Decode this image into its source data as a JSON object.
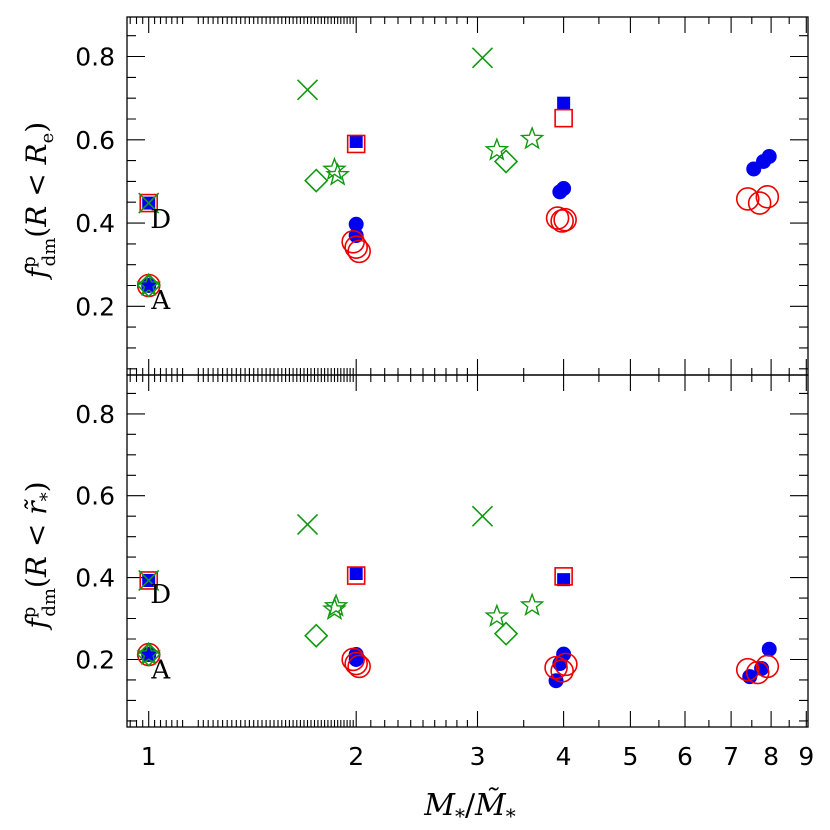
{
  "colors": {
    "blue": "#0000ee",
    "red": "#ee0000",
    "green": "#119911",
    "axis": "#000000"
  },
  "xlabel": "M*/M̃*",
  "chart_data": [
    {
      "type": "scatter",
      "panel": "top",
      "ylabel": "f^p_dm(R < R_e)",
      "xscale": "log",
      "xlim": [
        0.93,
        9.05
      ],
      "ylim": [
        0.035,
        0.895
      ],
      "x_ticks": [
        1,
        2,
        3,
        4,
        5,
        6,
        7,
        8,
        9
      ],
      "y_ticks": [
        0.2,
        0.4,
        0.6,
        0.8
      ],
      "y_tick_labels": [
        "0.2",
        "0.4",
        "0.6",
        "0.8"
      ],
      "annotations": [
        {
          "text": "D",
          "x": 1.0,
          "y": 0.41
        },
        {
          "text": "A",
          "x": 1.0,
          "y": 0.215
        }
      ],
      "series": [
        {
          "marker": "filled-circle",
          "color": "blue",
          "points": [
            [
              1.0,
              0.25
            ],
            [
              2.0,
              0.397
            ],
            [
              2.0,
              0.37
            ],
            [
              3.95,
              0.475
            ],
            [
              4.0,
              0.483
            ],
            [
              7.55,
              0.53
            ],
            [
              7.8,
              0.548
            ],
            [
              7.95,
              0.56
            ]
          ]
        },
        {
          "marker": "open-circle",
          "color": "red",
          "points": [
            [
              1.0,
              0.25
            ],
            [
              1.98,
              0.355
            ],
            [
              2.0,
              0.342
            ],
            [
              2.02,
              0.332
            ],
            [
              3.92,
              0.412
            ],
            [
              3.98,
              0.405
            ],
            [
              4.02,
              0.408
            ],
            [
              7.4,
              0.458
            ],
            [
              7.7,
              0.448
            ],
            [
              7.9,
              0.463
            ]
          ]
        },
        {
          "marker": "filled-square",
          "color": "blue",
          "points": [
            [
              1.0,
              0.448
            ],
            [
              2.0,
              0.596
            ],
            [
              4.0,
              0.688
            ]
          ]
        },
        {
          "marker": "open-square",
          "color": "red",
          "points": [
            [
              1.0,
              0.448
            ],
            [
              2.0,
              0.59
            ],
            [
              4.0,
              0.652
            ]
          ]
        },
        {
          "marker": "cross",
          "color": "green",
          "points": [
            [
              1.0,
              0.448
            ],
            [
              1.7,
              0.72
            ],
            [
              3.05,
              0.797
            ]
          ]
        },
        {
          "marker": "open-diamond",
          "color": "green",
          "points": [
            [
              1.0,
              0.25
            ],
            [
              1.75,
              0.502
            ],
            [
              3.3,
              0.548
            ]
          ]
        },
        {
          "marker": "open-star",
          "color": "green",
          "points": [
            [
              1.0,
              0.25
            ],
            [
              1.86,
              0.528
            ],
            [
              1.88,
              0.515
            ],
            [
              3.2,
              0.575
            ],
            [
              3.6,
              0.602
            ]
          ]
        },
        {
          "marker": "filled-star",
          "color": "blue",
          "points": [
            [
              1.0,
              0.25
            ]
          ]
        }
      ]
    },
    {
      "type": "scatter",
      "panel": "bottom",
      "ylabel": "f^p_dm(R < r̃*)",
      "xscale": "log",
      "xlim": [
        0.93,
        9.05
      ],
      "ylim": [
        0.035,
        0.895
      ],
      "x_ticks": [
        1,
        2,
        3,
        4,
        5,
        6,
        7,
        8,
        9
      ],
      "x_tick_labels": [
        "1",
        "2",
        "3",
        "4",
        "5",
        "6",
        "7",
        "8",
        "9"
      ],
      "y_ticks": [
        0.2,
        0.4,
        0.6,
        0.8
      ],
      "y_tick_labels": [
        "0.2",
        "0.4",
        "0.6",
        "0.8"
      ],
      "annotations": [
        {
          "text": "D",
          "x": 1.0,
          "y": 0.36
        },
        {
          "text": "A",
          "x": 1.0,
          "y": 0.175
        }
      ],
      "series": [
        {
          "marker": "filled-circle",
          "color": "blue",
          "points": [
            [
              1.0,
              0.212
            ],
            [
              2.0,
              0.212
            ],
            [
              2.0,
              0.2
            ],
            [
              3.9,
              0.148
            ],
            [
              3.95,
              0.19
            ],
            [
              4.0,
              0.213
            ],
            [
              7.45,
              0.158
            ],
            [
              7.75,
              0.178
            ],
            [
              7.95,
              0.225
            ]
          ]
        },
        {
          "marker": "open-circle",
          "color": "red",
          "points": [
            [
              1.0,
              0.212
            ],
            [
              1.98,
              0.2
            ],
            [
              2.0,
              0.19
            ],
            [
              2.02,
              0.183
            ],
            [
              3.9,
              0.18
            ],
            [
              3.98,
              0.172
            ],
            [
              4.03,
              0.188
            ],
            [
              7.4,
              0.175
            ],
            [
              7.65,
              0.168
            ],
            [
              7.9,
              0.183
            ]
          ]
        },
        {
          "marker": "filled-square",
          "color": "blue",
          "points": [
            [
              1.0,
              0.393
            ],
            [
              2.0,
              0.41
            ],
            [
              4.0,
              0.395
            ]
          ]
        },
        {
          "marker": "open-square",
          "color": "red",
          "points": [
            [
              1.0,
              0.393
            ],
            [
              2.0,
              0.405
            ],
            [
              4.0,
              0.403
            ]
          ]
        },
        {
          "marker": "cross",
          "color": "green",
          "points": [
            [
              1.0,
              0.393
            ],
            [
              1.7,
              0.53
            ],
            [
              3.05,
              0.55
            ]
          ]
        },
        {
          "marker": "open-diamond",
          "color": "green",
          "points": [
            [
              1.0,
              0.212
            ],
            [
              1.75,
              0.258
            ],
            [
              3.3,
              0.263
            ]
          ]
        },
        {
          "marker": "open-star",
          "color": "green",
          "points": [
            [
              1.0,
              0.212
            ],
            [
              1.86,
              0.322
            ],
            [
              1.87,
              0.33
            ],
            [
              3.2,
              0.305
            ],
            [
              3.6,
              0.332
            ]
          ]
        },
        {
          "marker": "filled-star",
          "color": "blue",
          "points": [
            [
              1.0,
              0.212
            ]
          ]
        }
      ]
    }
  ]
}
